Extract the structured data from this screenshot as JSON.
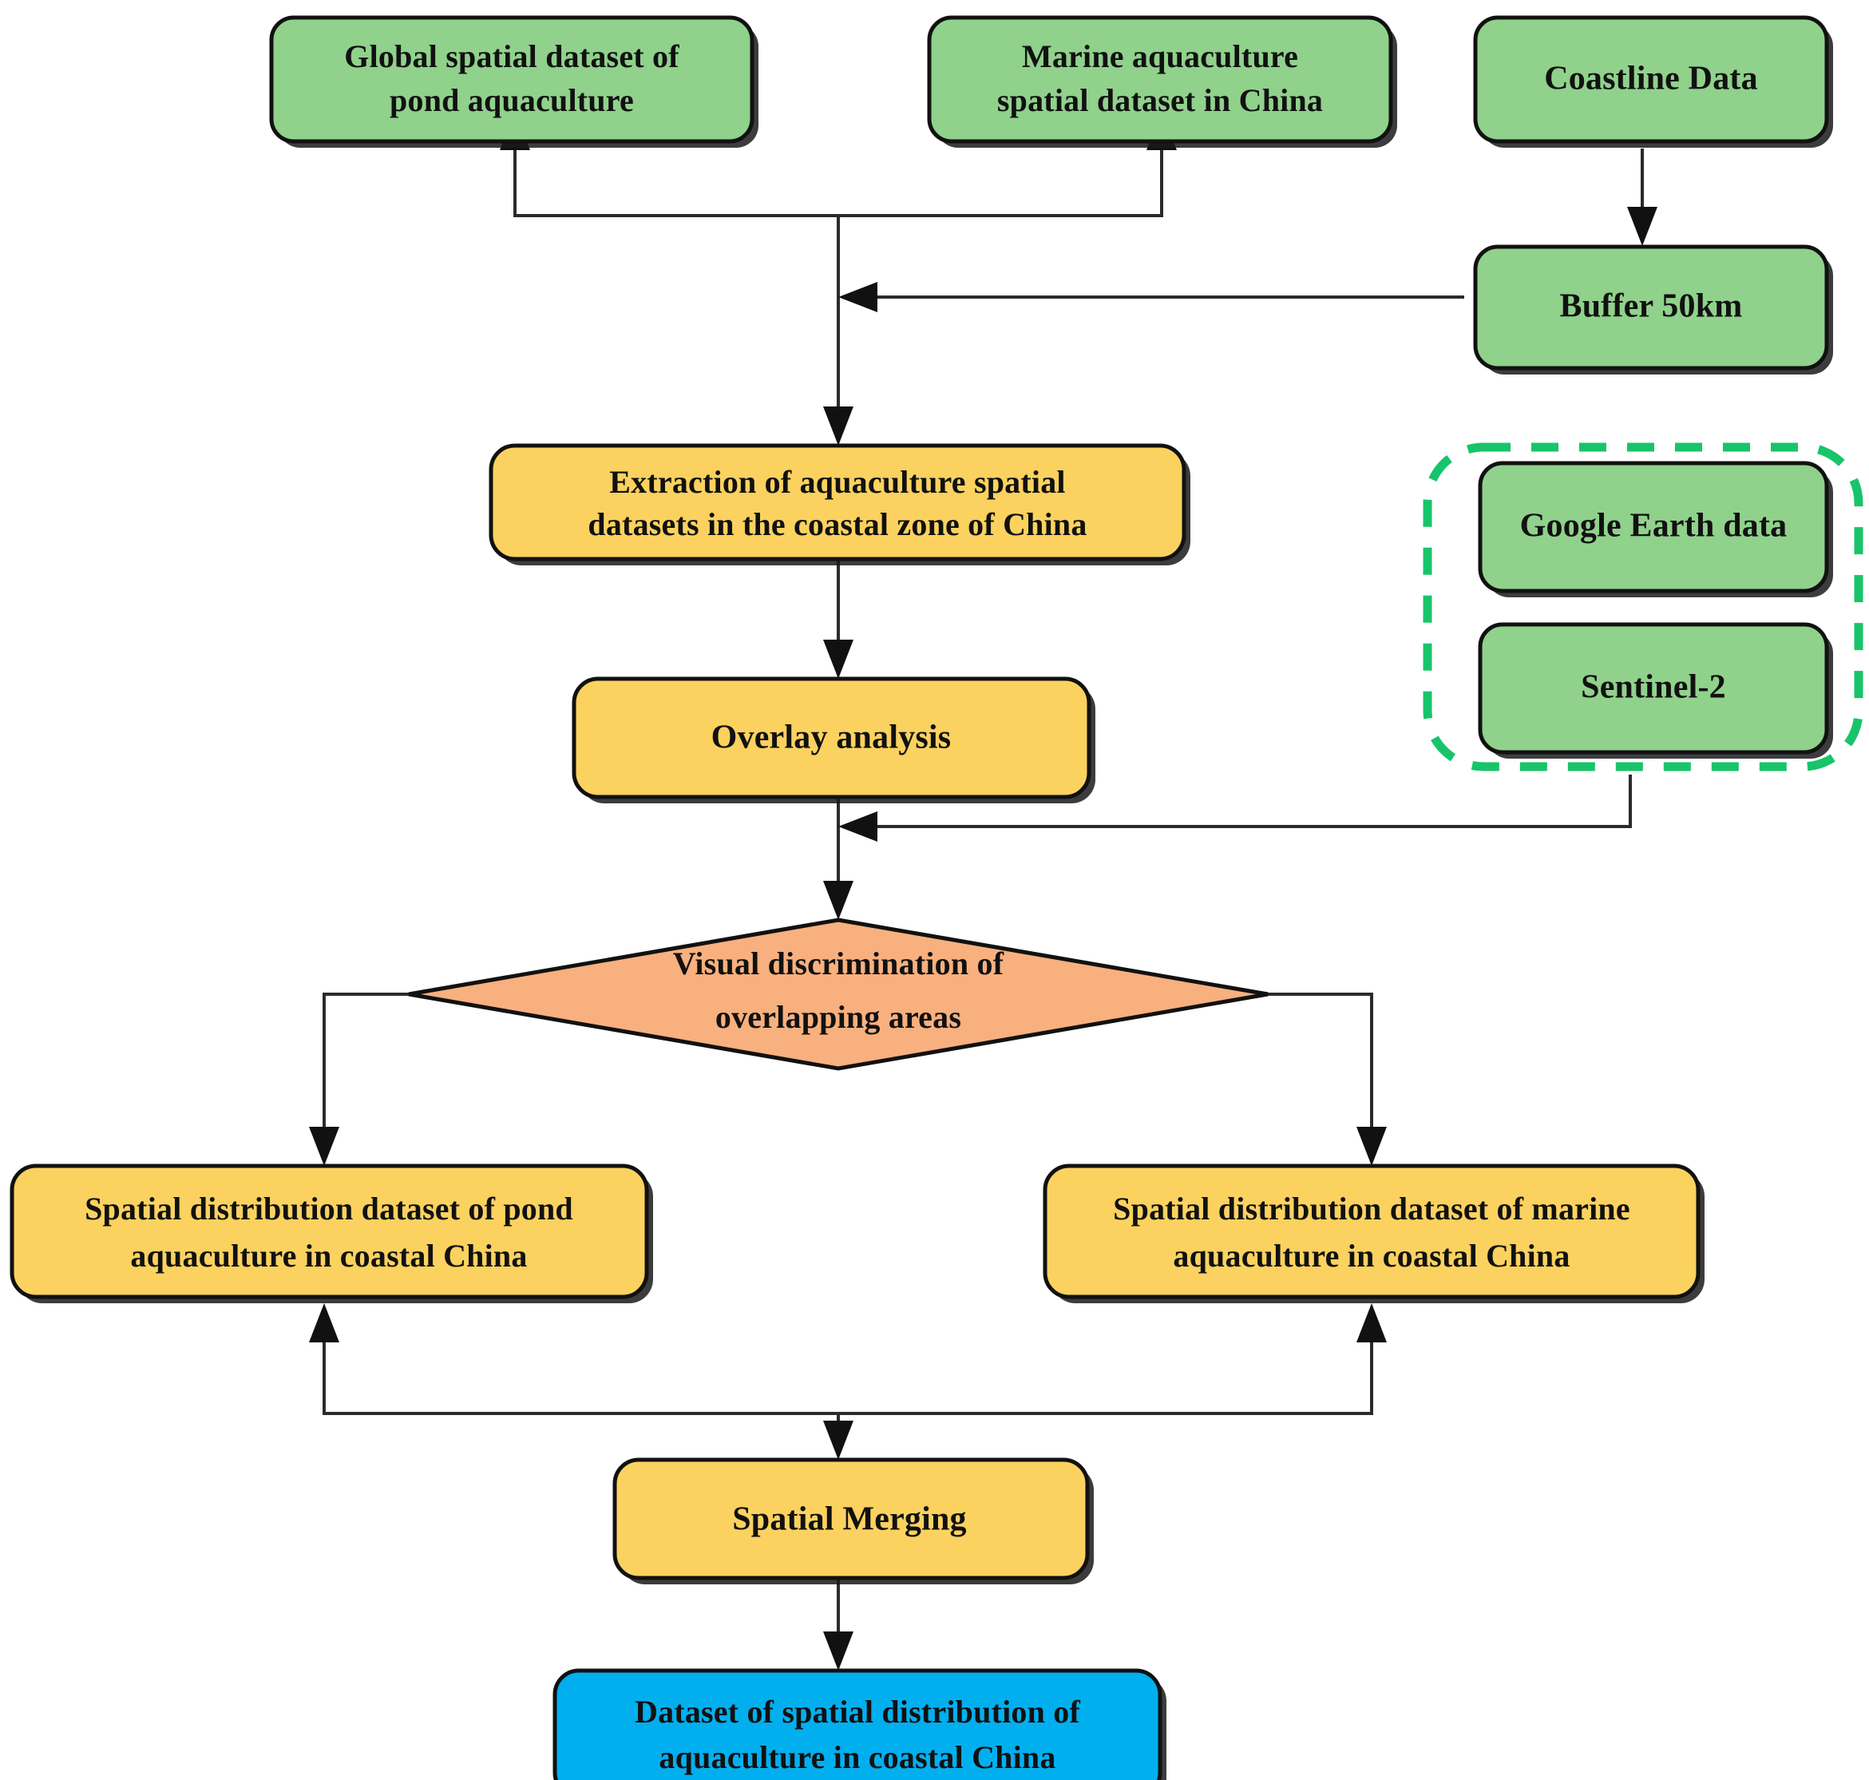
{
  "diagram": {
    "title": "Aquaculture spatial dataset workflow",
    "colors": {
      "green": "#90D18C",
      "yellow": "#FBD25F",
      "orange": "#F8B07E",
      "blue": "#02AFEE",
      "outline": "#111111",
      "dashed_group": "#18C46A",
      "edge": "#2B2B2B",
      "background": "#FFFFFF"
    },
    "nodes": [
      {
        "id": "global-pond-dataset",
        "shape": "rounded-rect",
        "color": "green",
        "lines": [
          "Global spatial dataset of",
          "pond aquaculture"
        ]
      },
      {
        "id": "marine-dataset-china",
        "shape": "rounded-rect",
        "color": "green",
        "lines": [
          "Marine aquaculture",
          "spatial dataset in China"
        ]
      },
      {
        "id": "coastline-data",
        "shape": "rounded-rect",
        "color": "green",
        "lines": [
          "Coastline Data"
        ]
      },
      {
        "id": "buffer-50km",
        "shape": "rounded-rect",
        "color": "green",
        "lines": [
          "Buffer 50km"
        ]
      },
      {
        "id": "extraction",
        "shape": "rounded-rect",
        "color": "yellow",
        "lines": [
          "Extraction of aquaculture spatial",
          "datasets in the coastal zone of China"
        ]
      },
      {
        "id": "overlay-analysis",
        "shape": "rounded-rect",
        "color": "yellow",
        "lines": [
          "Overlay analysis"
        ]
      },
      {
        "id": "google-earth-data",
        "shape": "rounded-rect",
        "color": "green",
        "lines": [
          "Google Earth data"
        ]
      },
      {
        "id": "sentinel-2",
        "shape": "rounded-rect",
        "color": "green",
        "lines": [
          "Sentinel-2"
        ]
      },
      {
        "id": "visual-discrimination",
        "shape": "diamond",
        "color": "orange",
        "lines": [
          "Visual discrimination  of",
          "overlapping areas"
        ]
      },
      {
        "id": "pond-result",
        "shape": "rounded-rect",
        "color": "yellow",
        "lines": [
          "Spatial distribution dataset of pond",
          "aquaculture in coastal China"
        ]
      },
      {
        "id": "marine-result",
        "shape": "rounded-rect",
        "color": "yellow",
        "lines": [
          "Spatial distribution dataset of marine",
          "aquaculture in coastal China"
        ]
      },
      {
        "id": "spatial-merging",
        "shape": "rounded-rect",
        "color": "yellow",
        "lines": [
          "Spatial Merging"
        ]
      },
      {
        "id": "final-dataset",
        "shape": "rounded-rect",
        "color": "blue",
        "lines": [
          "Dataset of spatial distribution  of",
          "aquaculture in coastal China"
        ]
      }
    ],
    "group": {
      "id": "remote-sensing-group",
      "style": "dashed",
      "members": [
        "google-earth-data",
        "sentinel-2"
      ]
    },
    "edges": [
      {
        "from": "global-pond-dataset",
        "to": "extraction",
        "style": "bracket-up"
      },
      {
        "from": "marine-dataset-china",
        "to": "extraction",
        "style": "bracket-up"
      },
      {
        "from": "coastline-data",
        "to": "buffer-50km",
        "style": "straight-down"
      },
      {
        "from": "buffer-50km",
        "to": "extraction",
        "style": "elbow-left"
      },
      {
        "from": "extraction",
        "to": "overlay-analysis",
        "style": "straight-down"
      },
      {
        "from": "remote-sensing-group",
        "to": "visual-discrimination",
        "style": "elbow-left"
      },
      {
        "from": "overlay-analysis",
        "to": "visual-discrimination",
        "style": "straight-down"
      },
      {
        "from": "visual-discrimination",
        "to": "pond-result",
        "style": "elbow-left-down"
      },
      {
        "from": "visual-discrimination",
        "to": "marine-result",
        "style": "elbow-right-down"
      },
      {
        "from": "pond-result",
        "to": "spatial-merging",
        "style": "bracket-down"
      },
      {
        "from": "marine-result",
        "to": "spatial-merging",
        "style": "bracket-down"
      },
      {
        "from": "spatial-merging",
        "to": "final-dataset",
        "style": "straight-down"
      }
    ]
  }
}
